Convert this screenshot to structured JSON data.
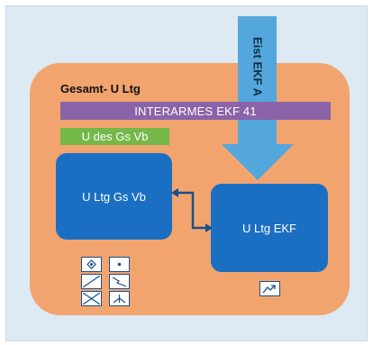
{
  "diagram": {
    "arrow_label": "Eist EKF A",
    "title": "Gesamt- U Ltg",
    "purple_bar": "INTERARMES EKF 41",
    "green_bar": "U des Gs Vb",
    "box_left": "U Ltg Gs Vb",
    "box_right": "U Ltg EKF"
  },
  "colors": {
    "background_panel": "#dde9f3",
    "orange_area": "#f2a46f",
    "arrow": "#54a7dc",
    "purple_bar": "#8b63a8",
    "green_bar": "#74b84a",
    "boxes": "#1b6fc2",
    "symbol_stroke": "#1b4f8a"
  },
  "icons": [
    "tactical-symbol-1-icon",
    "tactical-symbol-2-icon",
    "tactical-symbol-3-icon",
    "tactical-symbol-4-icon",
    "tactical-symbol-5-icon",
    "tactical-symbol-6-icon",
    "tactical-symbol-7-icon"
  ]
}
